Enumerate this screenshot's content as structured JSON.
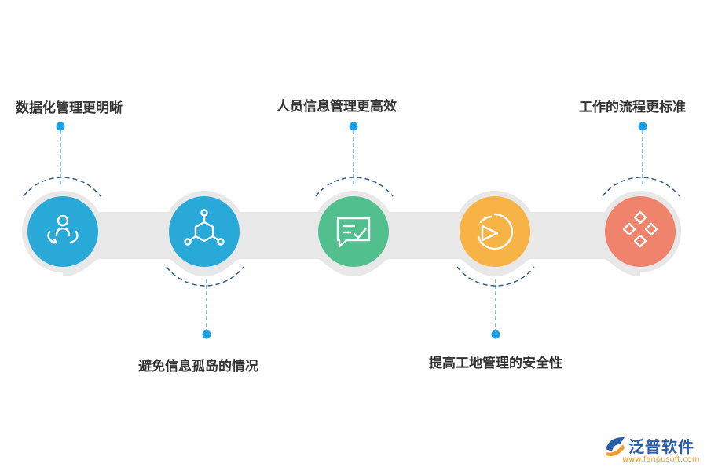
{
  "steps": [
    {
      "label": "数据化管理更明晰",
      "color": "#29a9d8",
      "icon": "person-orbit-icon"
    },
    {
      "label": "避免信息孤岛的情况",
      "color": "#29a9d8",
      "icon": "network-cube-icon"
    },
    {
      "label": "人员信息管理更高效",
      "color": "#52c08e",
      "icon": "chat-check-icon"
    },
    {
      "label": "提高工地管理的安全性",
      "color": "#f8b346",
      "icon": "pie-arrow-icon"
    },
    {
      "label": "工作的流程更标准",
      "color": "#f0836c",
      "icon": "diamonds-icon"
    }
  ],
  "logo": {
    "name": "泛普软件",
    "url": "www.fanpusoft.com"
  },
  "colors": {
    "band": "#e8e8e8",
    "accent": "#1aa0e3",
    "text": "#333333"
  }
}
